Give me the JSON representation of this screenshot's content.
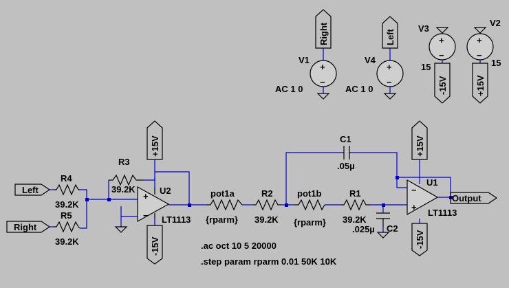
{
  "labels": {
    "left_port": "Left",
    "right_port": "Right",
    "r4": "R4",
    "r4_val": "39.2K",
    "r5": "R5",
    "r5_val": "39.2K",
    "r3": "R3",
    "r3_val": "39.2K",
    "u2": "U2",
    "u2_model": "LT1113",
    "u2_pos": "+15V",
    "u2_neg": "-15V",
    "pot1a": "pot1a",
    "pot1a_val": "{rparm}",
    "r2": "R2",
    "r2_val": "39.2K",
    "pot1b": "pot1b",
    "pot1b_val": "{rparm}",
    "r1": "R1",
    "r1_val": "39.2K",
    "c1": "C1",
    "c1_val": ".05µ",
    "c2": "C2",
    "c2_val": ".025µ",
    "u1": "U1",
    "u1_model": "LT1113",
    "u1_pos": "+15V",
    "u1_neg": "-15V",
    "output_port": "Output",
    "v1": "V1",
    "v1_val": "AC 1 0",
    "v1_port": "Right",
    "v4": "V4",
    "v4_val": "AC 1 0",
    "v4_port": "Left",
    "v3": "V3",
    "v3_val": "15",
    "v3_port": "-15V",
    "v2": "V2",
    "v2_val": "15",
    "v2_port": "+15V",
    "directive_ac": ".ac oct 10 5 20000",
    "directive_step": ".step param rparm 0.01 50K 10K"
  },
  "colors": {
    "background": "#c0c0c0",
    "wire": "#0000c8",
    "component": "#000000"
  }
}
